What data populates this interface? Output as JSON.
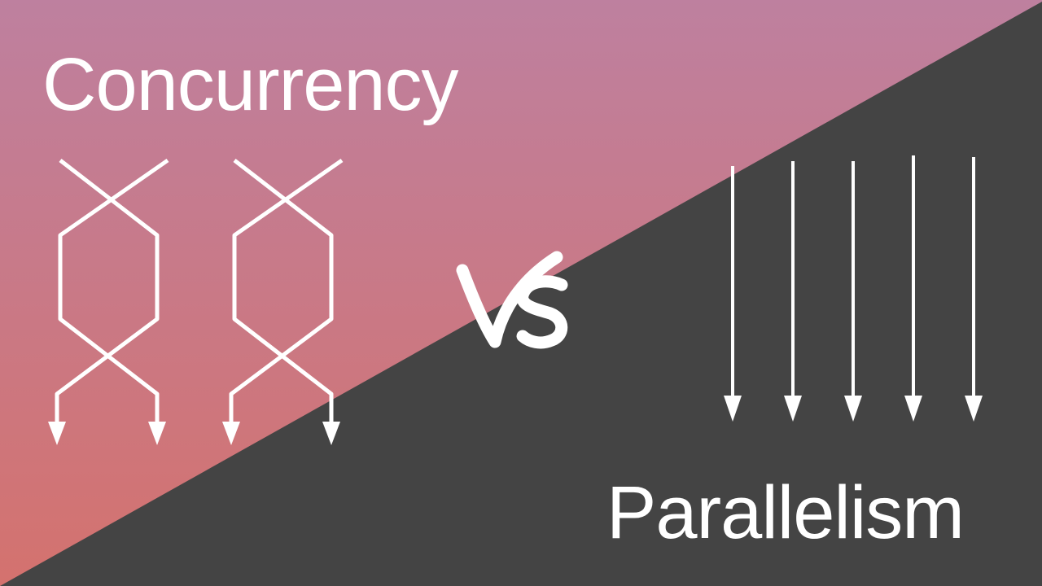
{
  "left_title": "Concurrency",
  "right_title": "Parallelism",
  "versus_label": "Vs",
  "colors": {
    "gradient_top": "#BE809F",
    "gradient_bottom": "#D4726E",
    "dark_panel": "#444444",
    "foreground": "#FFFFFF"
  }
}
